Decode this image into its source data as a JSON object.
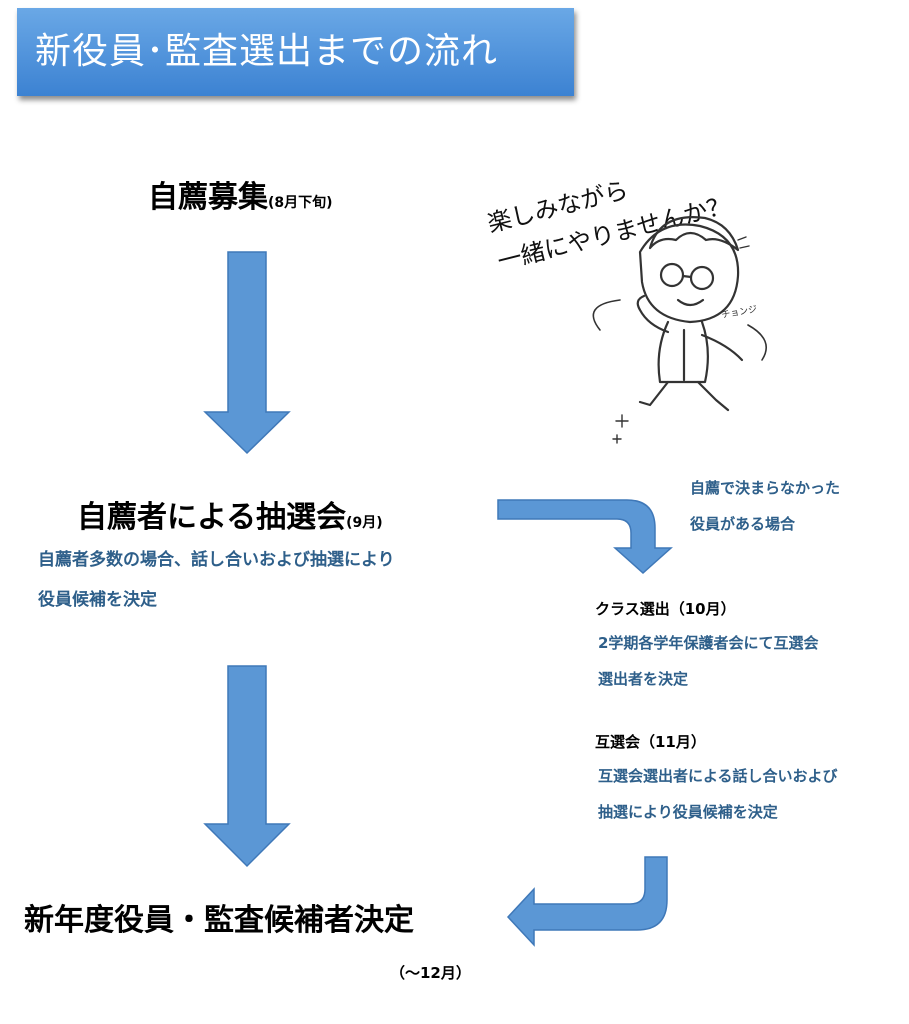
{
  "title": "新役員･監査選出までの流れ",
  "step1": {
    "main": "自薦募集",
    "sub": "(8月下旬)"
  },
  "step2": {
    "main": "自薦者による抽選会",
    "sub": "(9月)",
    "desc_line1": "自薦者多数の場合、話し合いおよび抽選により",
    "desc_line2": "役員候補を決定"
  },
  "branch": {
    "line1": "自薦で決まらなかった",
    "line2": "役員がある場合"
  },
  "class_election": {
    "label": "クラス選出（10月）",
    "line1": "2学期各学年保護者会にて互選会",
    "line2": "選出者を決定"
  },
  "mutual_election": {
    "label": "互選会（11月）",
    "line1": "互選会選出者による話し合いおよび",
    "line2": "抽選により役員候補を決定"
  },
  "final": {
    "main": "新年度役員・監査候補者決定",
    "sub": "（〜12月）"
  },
  "illustration": {
    "speech_line1": "楽しみながら",
    "speech_line2": "一緒にやりませんか？",
    "sfx": "チョンジ"
  },
  "colors": {
    "arrow_fill": "#5b97d5",
    "arrow_stroke": "#3f78b8",
    "accent_text": "#2e5f8a",
    "title_bg": "#4a8fd9"
  }
}
